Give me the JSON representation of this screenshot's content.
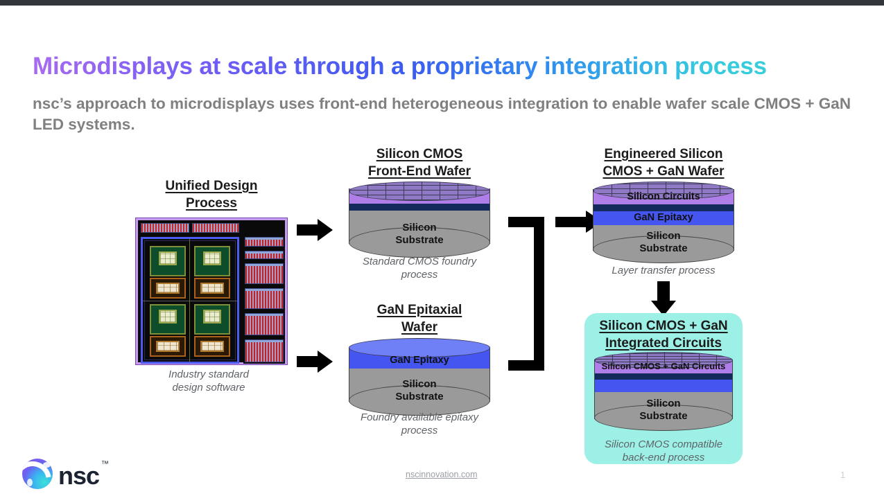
{
  "slide": {
    "title": "Microdisplays at scale through a proprietary integration process",
    "subtitle": "nsc’s approach to microdisplays uses front-end heterogeneous integration to enable wafer scale CMOS + GaN LED systems.",
    "page_number": "1"
  },
  "colors": {
    "title_gradient_start": "#a86bf0",
    "title_gradient_mid": "#3b5bf0",
    "title_gradient_end": "#3ad6cf",
    "subtitle": "#808080",
    "silicon_circuits": "#b07ee8",
    "gan_epitaxy": "#4455f0",
    "navy_interface": "#142a5c",
    "silicon_substrate": "#9a9a9a",
    "final_panel": "#9df0e6",
    "topbar": "#33373b"
  },
  "stages": {
    "design": {
      "heading": "Unified Design\nProcess",
      "heading_line1": "Unified Design",
      "heading_line2": "Process",
      "caption_line1": "Industry standard",
      "caption_line2": "design software"
    },
    "cmos_wafer": {
      "heading_line1": "Silicon CMOS",
      "heading_line2": "Front-End Wafer",
      "layers": [
        "Silicon",
        "Substrate"
      ],
      "substrate_line1": "Silicon",
      "substrate_line2": "Substrate",
      "caption_line1": "Standard CMOS foundry",
      "caption_line2": "process"
    },
    "gan_wafer": {
      "heading_line1": "GaN Epitaxial",
      "heading_line2": "Wafer",
      "epitaxy_label": "GaN Epitaxy",
      "substrate_line1": "Silicon",
      "substrate_line2": "Substrate",
      "caption_line1": "Foundry available epitaxy",
      "caption_line2": "process"
    },
    "engineered_wafer": {
      "heading_line1": "Engineered Silicon",
      "heading_line2": "CMOS + GaN Wafer",
      "circuits_label": "Silicon Circuits",
      "epitaxy_label": "GaN Epitaxy",
      "substrate_line1": "Silicon",
      "substrate_line2": "Substrate",
      "caption": "Layer transfer process"
    },
    "integrated": {
      "heading_line1": "Silicon CMOS + GaN",
      "heading_line2": "Integrated Circuits",
      "circuits_label": "Silicon CMOS + GaN Circuits",
      "substrate_line1": "Silicon",
      "substrate_line2": "Substrate",
      "caption_line1": "Silicon CMOS compatible",
      "caption_line2": "back-end process"
    }
  },
  "footer": {
    "brand": "nsc",
    "trademark": "™",
    "website": "nscinnovation.com"
  }
}
